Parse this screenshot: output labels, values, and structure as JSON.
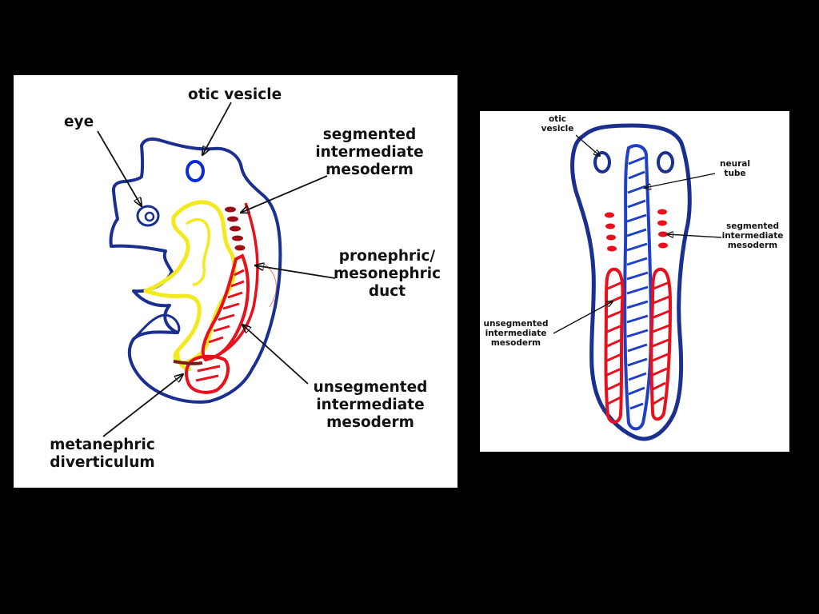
{
  "colors": {
    "background": "#000000",
    "panel": "#ffffff",
    "outline_blue": "#1a2f8f",
    "tube_blue": "#1f3fc4",
    "mesoderm_red": "#e8101c",
    "segment_dark_red": "#9b1016",
    "yellow_endoderm": "#f2ea1e",
    "arrow": "#111111"
  },
  "lateral_view": {
    "labels": {
      "eye": "eye",
      "otic_vesicle": "otic vesicle",
      "segmented": "segmented\nintermediate\nmesoderm",
      "pronephric": "pronephric/\nmesonephric\nduct",
      "unsegmented": "unsegmented\nintermediate\nmesoderm",
      "metanephric": "metanephric\ndiverticulum"
    }
  },
  "dorsal_view": {
    "labels": {
      "otic_vesicle": "otic\nvesicle",
      "neural_tube": "neural\ntube",
      "segmented": "segmented\nintermediate\nmesoderm",
      "unsegmented": "unsegmented\nintermediate\nmesoderm"
    }
  }
}
